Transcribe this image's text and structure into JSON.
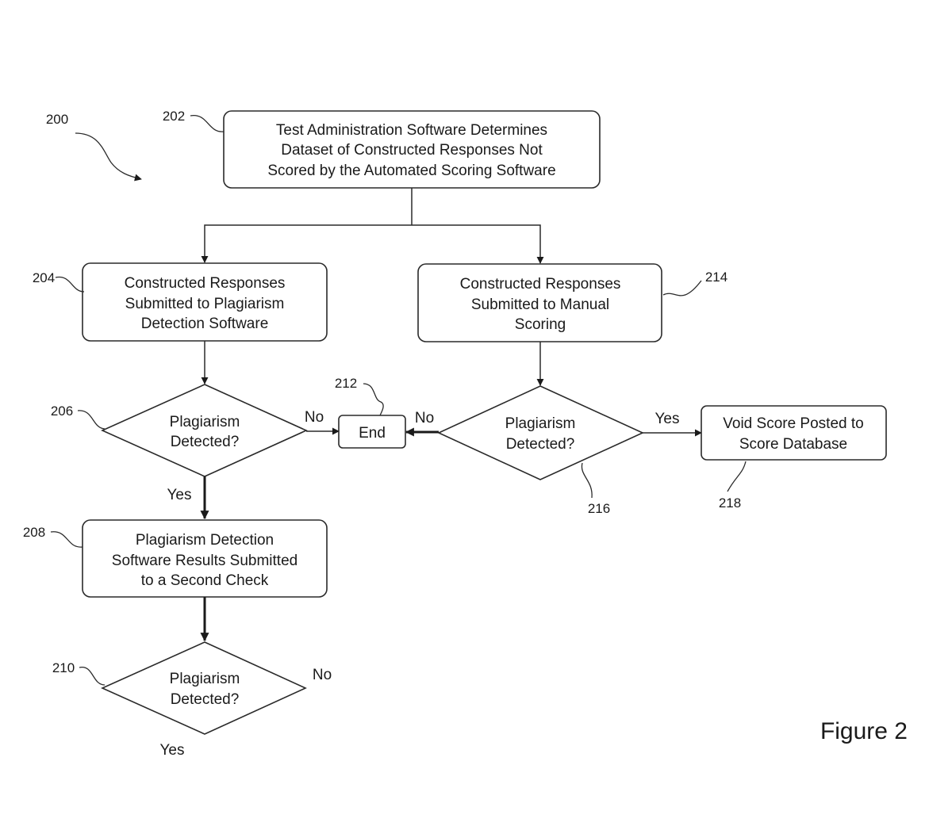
{
  "figure": {
    "caption": "Figure 2",
    "ref_200": "200"
  },
  "nodes": {
    "n202": {
      "ref": "202",
      "lines": [
        "Test Administration Software Determines",
        "Dataset of Constructed Responses Not",
        "Scored by the Automated Scoring Software"
      ]
    },
    "n204": {
      "ref": "204",
      "lines": [
        "Constructed Responses",
        "Submitted to Plagiarism",
        "Detection Software"
      ]
    },
    "n214": {
      "ref": "214",
      "lines": [
        "Constructed Responses",
        "Submitted to Manual",
        "Scoring"
      ]
    },
    "n206": {
      "ref": "206",
      "lines": [
        "Plagiarism",
        "Detected?"
      ]
    },
    "n212": {
      "ref": "212",
      "lines": [
        "End"
      ]
    },
    "n216": {
      "ref": "216",
      "lines": [
        "Plagiarism",
        "Detected?"
      ]
    },
    "n218": {
      "ref": "218",
      "lines": [
        "Void Score Posted to",
        "Score Database"
      ]
    },
    "n208": {
      "ref": "208",
      "lines": [
        "Plagiarism Detection",
        "Software Results Submitted",
        "to a Second Check"
      ]
    },
    "n210": {
      "ref": "210",
      "lines": [
        "Plagiarism",
        "Detected?"
      ]
    }
  },
  "edges": {
    "e206_no": "No",
    "e206_yes": "Yes",
    "e216_no": "No",
    "e216_yes": "Yes",
    "e210_no": "No",
    "e210_yes": "Yes"
  }
}
